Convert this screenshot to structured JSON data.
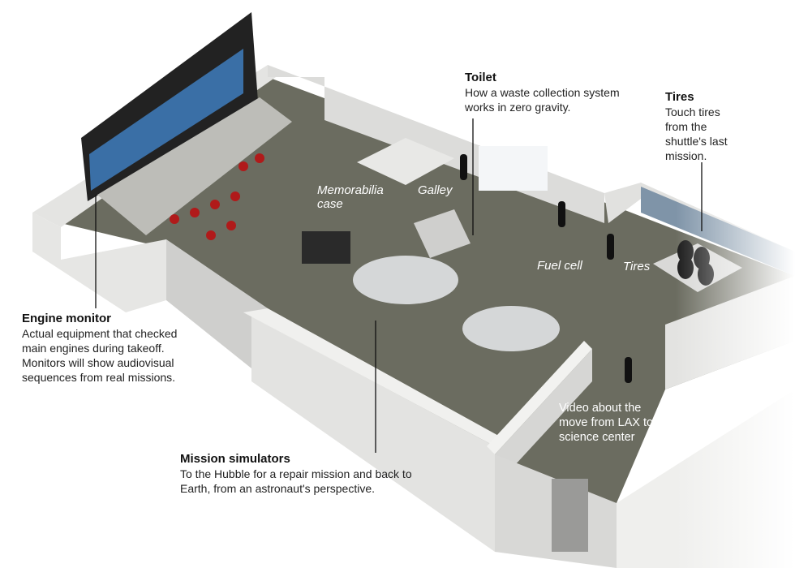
{
  "callouts": {
    "toilet": {
      "title": "Toilet",
      "lines": [
        "How a waste collection system",
        "works in zero gravity."
      ]
    },
    "tires": {
      "title": "Tires",
      "lines": [
        "Touch tires",
        "from the",
        "shuttle's last",
        "mission."
      ]
    },
    "engine_monitor": {
      "title": "Engine monitor",
      "lines": [
        "Actual equipment that checked",
        "main engines during takeoff.",
        "Monitors will show audiovisual",
        "sequences from real missions."
      ]
    },
    "mission_simulators": {
      "title": "Mission simulators",
      "lines": [
        "To the Hubble for a repair mission and back to",
        "Earth, from an astronaut's perspective."
      ]
    }
  },
  "floor_labels": {
    "memorabilia": [
      "Memorabilia",
      "case"
    ],
    "galley": "Galley",
    "fuel_cell": "Fuel cell",
    "tires": "Tires",
    "video": [
      "Video about the",
      "move from LAX to",
      "science center"
    ]
  },
  "colors": {
    "carpet": "#6b6c60",
    "wall": "#e4e4e2",
    "wall_shadow": "#bdbdbb"
  }
}
